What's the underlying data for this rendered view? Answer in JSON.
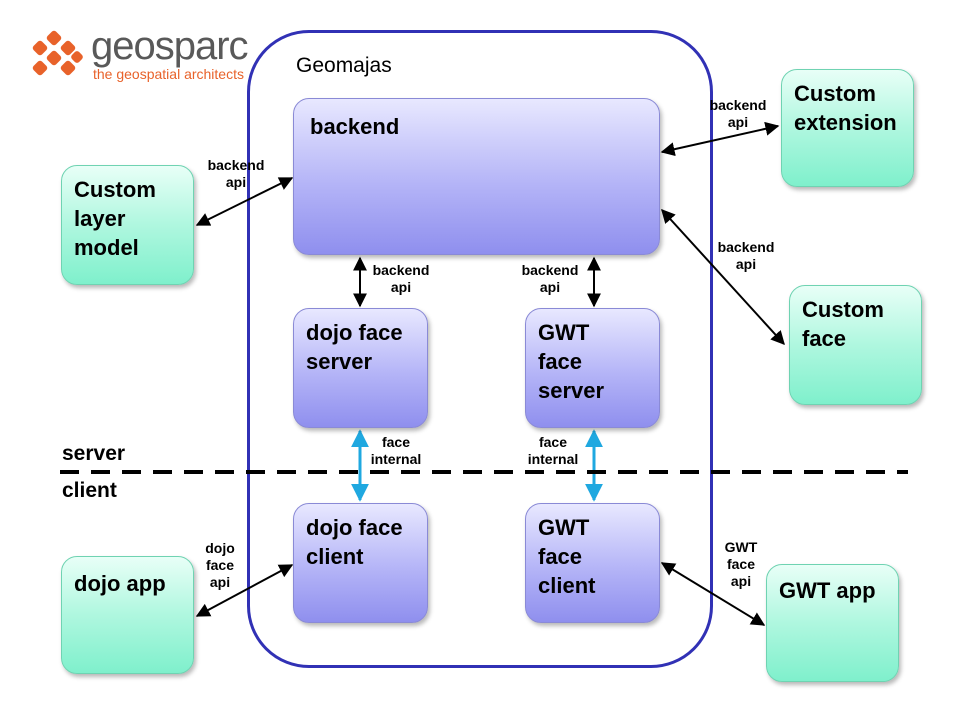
{
  "logo": {
    "name": "geosparc",
    "tagline": "the geospatial architects"
  },
  "container": {
    "title": "Geomajas"
  },
  "boxes": {
    "backend": "backend",
    "dojo_face_server": "dojo face\nserver",
    "gwt_face_server": "GWT\nface\nserver",
    "dojo_face_client": "dojo face\nclient",
    "gwt_face_client": "GWT\nface\nclient",
    "custom_layer_model": "Custom\nlayer\nmodel",
    "custom_extension": "Custom\nextension",
    "custom_face": "Custom\nface",
    "dojo_app": "dojo app",
    "gwt_app": "GWT app"
  },
  "labels": {
    "layer_model_api": "backend\napi",
    "extension_api": "backend\napi",
    "custom_face_api": "backend\napi",
    "dojo_server_api": "backend\napi",
    "gwt_server_api": "backend\napi",
    "dojo_face_internal": "face\ninternal",
    "gwt_face_internal": "face\ninternal",
    "dojo_face_api": "dojo\nface\napi",
    "gwt_face_api": "GWT\nface\napi"
  },
  "divider": {
    "server": "server",
    "client": "client"
  },
  "colors": {
    "container_border": "#3131b5",
    "dashed_line": "#000000",
    "internal_arrow": "#1fa8e0",
    "logo_orange": "#e8622a"
  }
}
